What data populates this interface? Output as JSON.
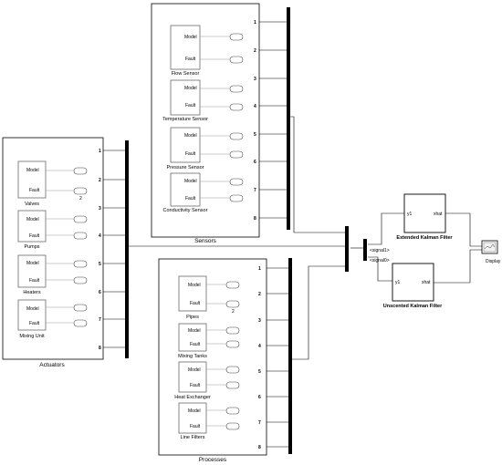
{
  "subsystems": {
    "sensors": {
      "title": "Sensors",
      "blocks": [
        {
          "name": "Flow Sensor",
          "port1": "Model",
          "port2": "Fault"
        },
        {
          "name": "Temperature Sensor",
          "port1": "Model",
          "port2": "Fault"
        },
        {
          "name": "Pressure Sensor",
          "port1": "Model",
          "port2": "Fault"
        },
        {
          "name": "Conductivity Sensor",
          "port1": "Model",
          "port2": "Fault"
        }
      ],
      "outports": [
        "1",
        "2",
        "3",
        "4",
        "5",
        "6",
        "7",
        "8"
      ]
    },
    "actuators": {
      "title": "Actuators",
      "blocks": [
        {
          "name": "Valves",
          "port1": "Model",
          "port2": "Fault",
          "extra": "2"
        },
        {
          "name": "Pumps",
          "port1": "Model",
          "port2": "Fault"
        },
        {
          "name": "Heaters",
          "port1": "Model",
          "port2": "Fault"
        },
        {
          "name": "Mixing Unit",
          "port1": "Model",
          "port2": "Fault"
        }
      ],
      "outports": [
        "1",
        "2",
        "3",
        "4",
        "5",
        "6",
        "7",
        "8"
      ]
    },
    "processes": {
      "title": "Processes",
      "blocks": [
        {
          "name": "Pipes",
          "port1": "Model",
          "port2": "Fault",
          "extra": "2"
        },
        {
          "name": "Mixing Tanks",
          "port1": "Model",
          "port2": "Fault"
        },
        {
          "name": "Heat Exchanger",
          "port1": "Model",
          "port2": "Fault"
        },
        {
          "name": "Line Filters",
          "port1": "Model",
          "port2": "Fault"
        }
      ],
      "outports": [
        "1",
        "2",
        "3",
        "4",
        "5",
        "6",
        "7",
        "8"
      ]
    }
  },
  "signals": [
    "<signal1>",
    "<signal0>"
  ],
  "filters": {
    "ekf": {
      "title": "Extended Kalman Filter",
      "input": "y1",
      "output": "xhat"
    },
    "ukf": {
      "title": "Unscented Kalman Filter",
      "input": "y1",
      "output": "xhat"
    }
  },
  "display": {
    "title": "Display"
  }
}
